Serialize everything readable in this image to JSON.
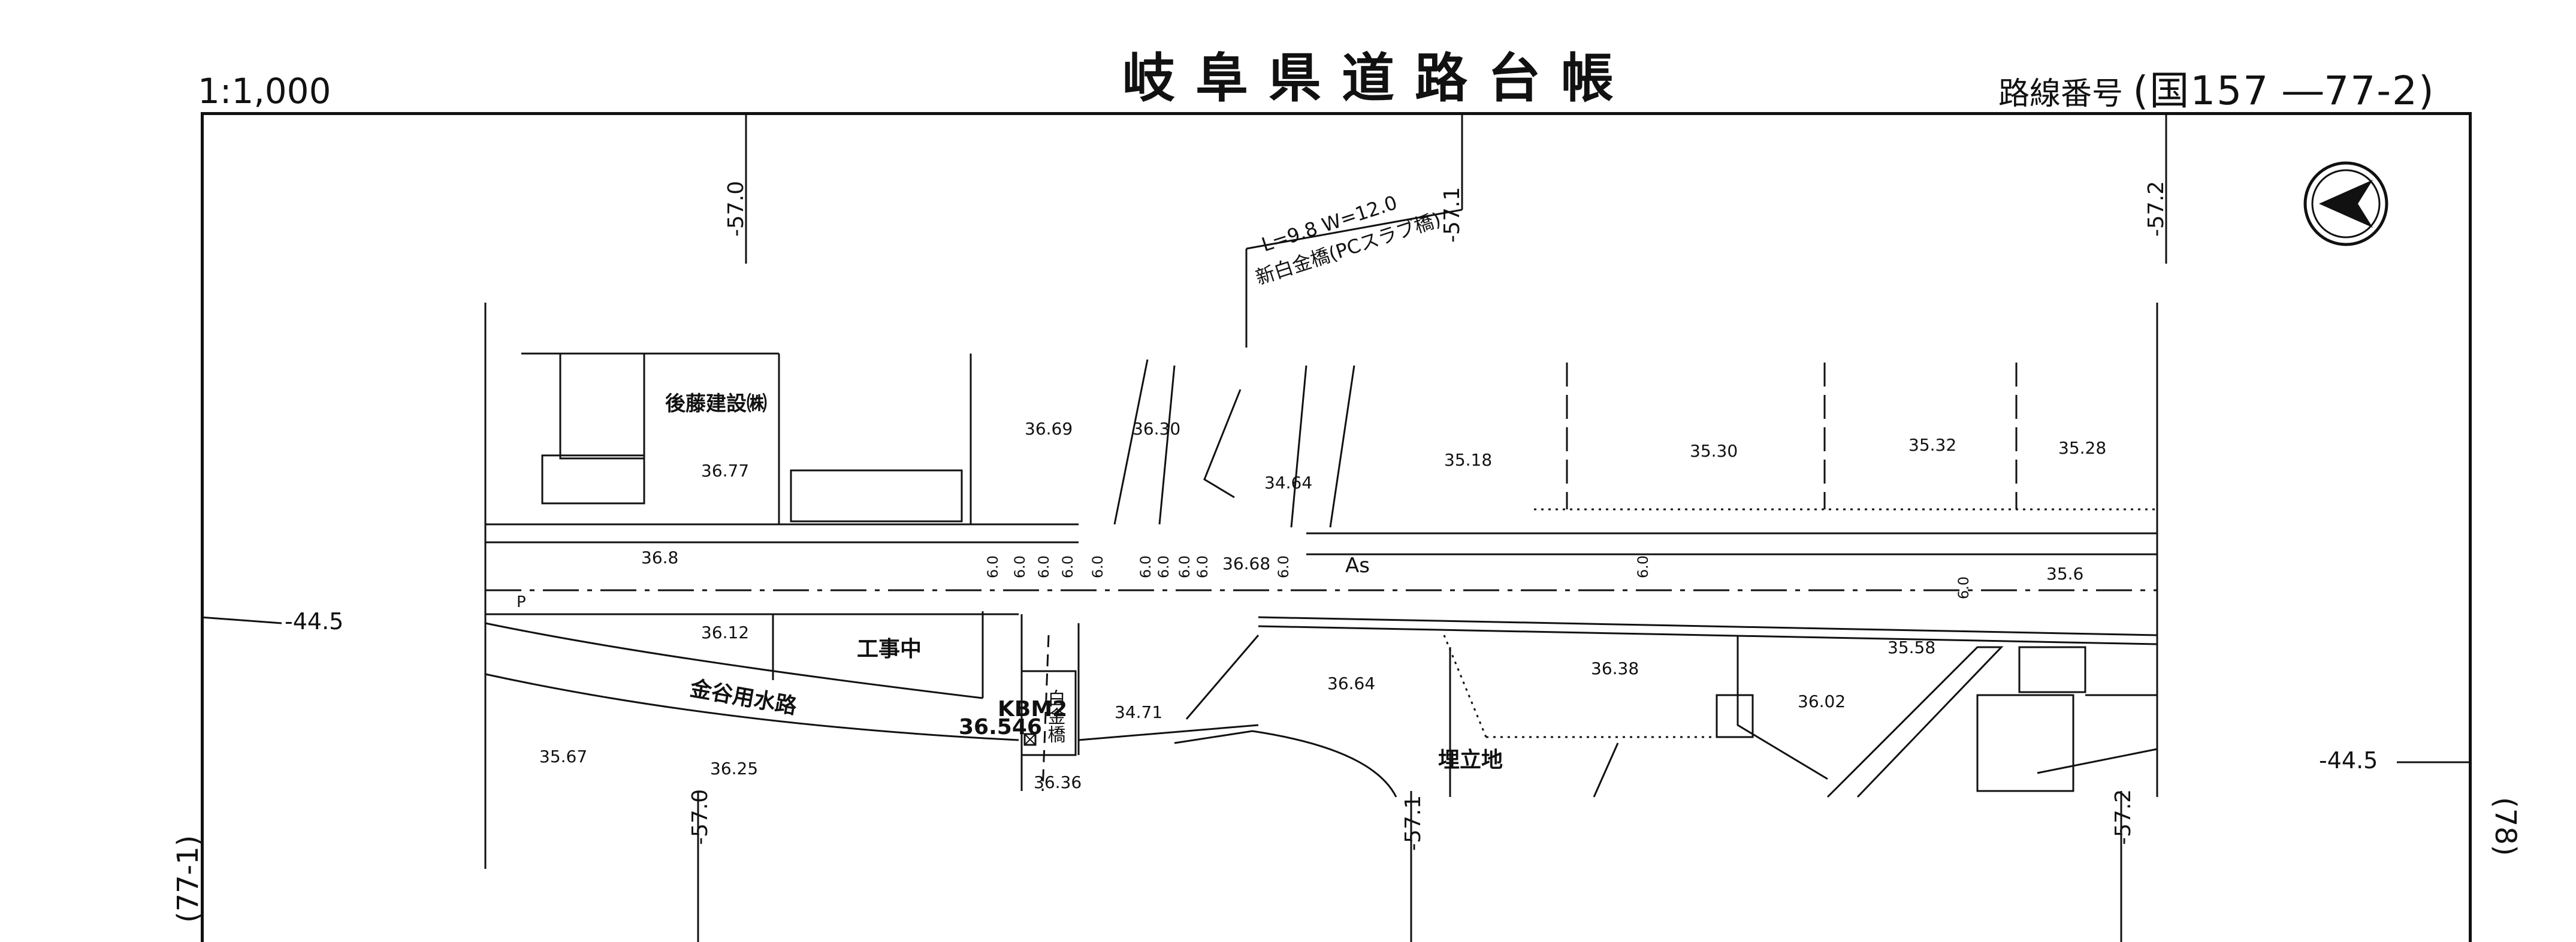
{
  "header": {
    "title": "岐阜県道路台帳",
    "scale": "1:1,000",
    "route_label": "路線番号",
    "route_number": "(国157 ―77-2)"
  },
  "sheet_refs": {
    "left": "(77-1)",
    "right": "(78)"
  },
  "grid": {
    "x_labels": [
      "-57.0",
      "-57.1",
      "-57.2",
      "-57.0",
      "-57.1",
      "-57.2"
    ],
    "y_labels": [
      "-44.5",
      "-44.5"
    ]
  },
  "bridge": {
    "spec": "L=9.8 W=12.0",
    "name": "新白金橋(PCスラブ橋)",
    "vertical_name": "白金橋"
  },
  "places": {
    "company": "後藤建設㈱",
    "construction": "工事中",
    "canal": "金谷用水路",
    "reclaimed": "埋立地",
    "surface": "As",
    "p_mark": "P",
    "benchmark": "KBM2",
    "benchmark_elev": "36.546"
  },
  "elevations": [
    "36.77",
    "36.69",
    "36.30",
    "34.64",
    "35.18",
    "35.30",
    "35.32",
    "35.28",
    "36.8",
    "36.68",
    "35.6",
    "36.12",
    "36.64",
    "36.38",
    "35.58",
    "36.02",
    "34.71",
    "35.67",
    "36.25",
    "36.36"
  ],
  "widths": [
    "6.0",
    "6.0",
    "6.0",
    "6.0",
    "6.0",
    "6.0",
    "6.0",
    "6.0",
    "6.0",
    "6.0",
    "6.0",
    "6.0"
  ],
  "north_arrow": "north-arrow-icon"
}
